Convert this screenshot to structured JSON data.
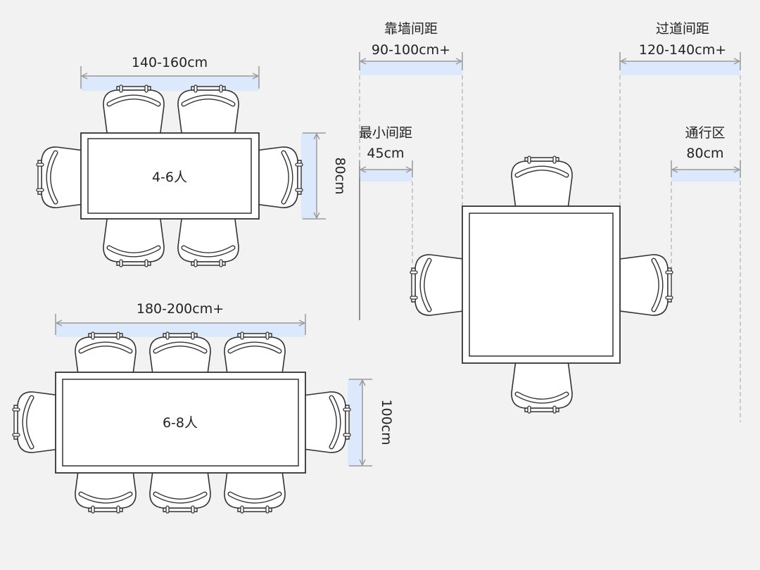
{
  "tables": [
    {
      "name": "table-4-6",
      "label": "4-6人",
      "width_label": "140-160cm",
      "depth_label": "80cm"
    },
    {
      "name": "table-6-8",
      "label": "6-8人",
      "width_label": "180-200cm+",
      "depth_label": "100cm"
    },
    {
      "name": "table-square",
      "label": ""
    }
  ],
  "spacing": {
    "wall": {
      "title": "靠墙间距",
      "value": "90-100cm+"
    },
    "min": {
      "title": "最小间距",
      "value": "45cm"
    },
    "aisle": {
      "title": "过道间距",
      "value": "120-140cm+"
    },
    "pass": {
      "title": "通行区",
      "value": "80cm"
    }
  },
  "colors": {
    "background": "#f2f2f2",
    "band": "#dce8fb",
    "line": "#9a9a9a",
    "stroke": "#333333"
  }
}
